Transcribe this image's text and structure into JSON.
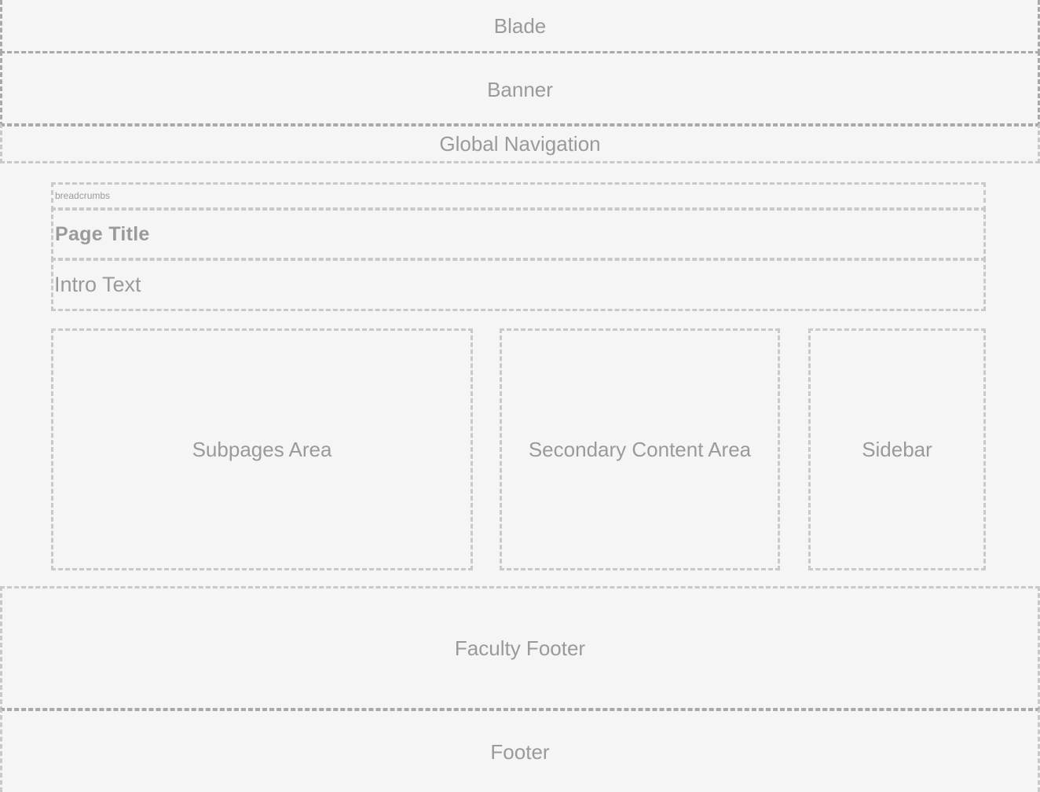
{
  "layout": {
    "blade": "Blade",
    "banner": "Banner",
    "global_navigation": "Global Navigation",
    "breadcrumbs": "breadcrumbs",
    "page_title": "Page Title",
    "intro_text": "Intro Text",
    "subpages_area": "Subpages Area",
    "secondary_content_area": "Secondary Content Area",
    "sidebar": "Sidebar",
    "faculty_footer": "Faculty Footer",
    "footer": "Footer"
  },
  "colors": {
    "background": "#f4f5f4",
    "text": "#9a9a9a",
    "border_dark": "#a9a9a9",
    "border_light": "#c9c9c9"
  }
}
